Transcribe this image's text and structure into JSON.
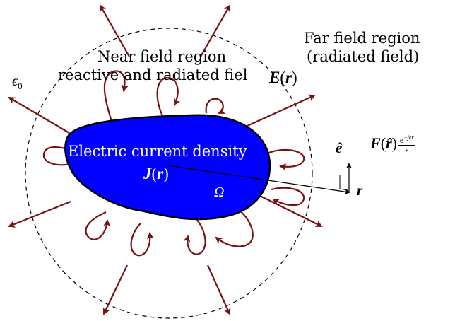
{
  "labels": {
    "near_field_title": "Near field region",
    "near_field_sub": "reactive and radiated fiel",
    "far_field_title": "Far field region",
    "far_field_sub": "(radiated field)",
    "permittivity": "ϵ",
    "permittivity_sub": "0",
    "current_density": "Electric current density",
    "J_symbol": "J",
    "r_symbol": "r",
    "domain_symbol": "Ω",
    "E_symbol": "E",
    "e_hat_symbol": "ê",
    "r_bold_symbol": "r",
    "F_symbol": "F",
    "r_hat_symbol": "r̂",
    "frac_numerator": "e",
    "frac_numerator_exp": "−jkr",
    "frac_denominator": "r"
  },
  "colors": {
    "body_fill": "#0000ff",
    "arrow_color": "#7a1010",
    "outline": "#000000",
    "boundary_dash": "#000000"
  }
}
